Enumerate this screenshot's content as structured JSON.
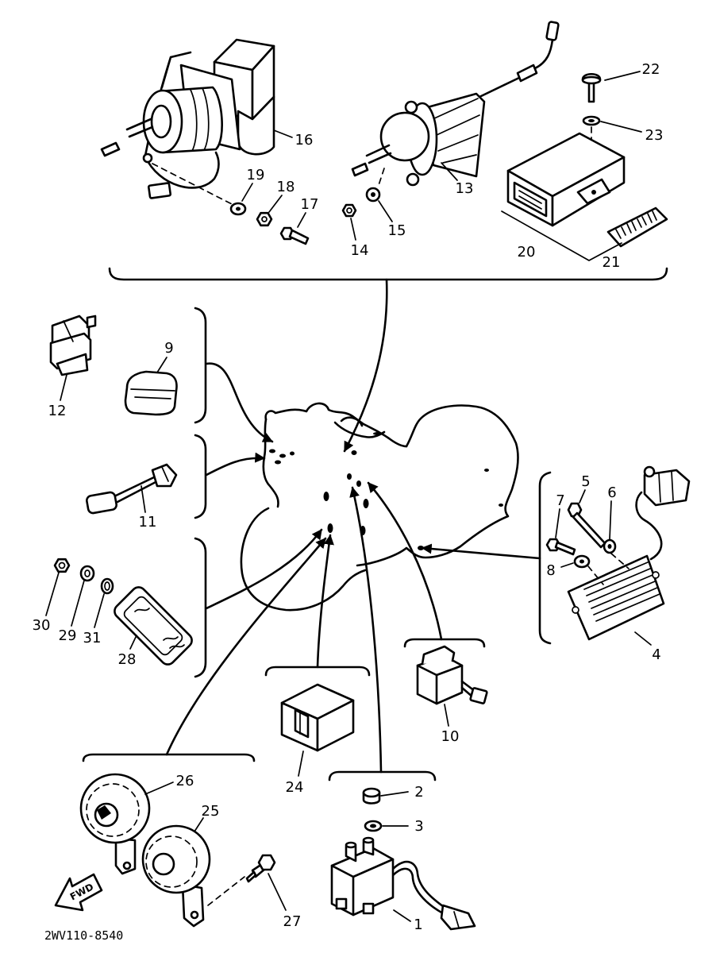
{
  "diagram": {
    "code": "2WV110-8540",
    "fwd_label": "FWD",
    "callouts": [
      "1",
      "2",
      "3",
      "4",
      "5",
      "6",
      "7",
      "8",
      "9",
      "10",
      "11",
      "12",
      "13",
      "14",
      "15",
      "16",
      "17",
      "18",
      "19",
      "20",
      "21",
      "22",
      "23",
      "24",
      "25",
      "26",
      "27",
      "28",
      "29",
      "30",
      "31"
    ]
  }
}
